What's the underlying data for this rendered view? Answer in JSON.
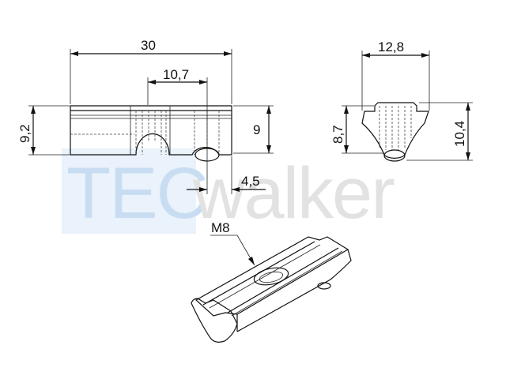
{
  "drawing": {
    "dimensions": {
      "length": "30",
      "thread_offset": "10,7",
      "height_left": "9,2",
      "height_right": "9",
      "hole_offset": "4,5",
      "width": "12,8",
      "profile_height_a": "8,7",
      "profile_height_b": "10,4"
    },
    "thread_label": "M8"
  },
  "watermark": {
    "part1": "TEC",
    "part2": "walker",
    "color_part1": "#c9ddf2",
    "color_part2": "#e2e2e2"
  }
}
